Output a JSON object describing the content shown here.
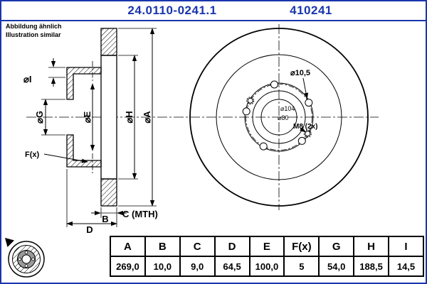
{
  "header": {
    "part_number": "24.0110-0241.1",
    "reference_number": "410241"
  },
  "note": {
    "line1": "Abbildung ähnlich",
    "line2": "Illustration similar"
  },
  "drawing": {
    "section_labels": {
      "dia_i": "⌀I",
      "dia_g": "⌀G",
      "dia_e": "⌀E",
      "dia_h": "⌀H",
      "dia_a": "⌀A",
      "f_x": "F(x)",
      "b": "B",
      "c_mth": "C (MTH)",
      "d": "D"
    },
    "front_labels": {
      "bolt_hole_dia": "⌀10,5",
      "hub_dia": "⌀104",
      "register_dia": "⌀80",
      "thread_spec": "M8 (2x)"
    }
  },
  "table": {
    "headers": [
      "A",
      "B",
      "C",
      "D",
      "E",
      "F(x)",
      "G",
      "H",
      "I"
    ],
    "values": [
      "269,0",
      "10,0",
      "9,0",
      "64,5",
      "100,0",
      "5",
      "54,0",
      "188,5",
      "14,5"
    ]
  },
  "colors": {
    "accent_blue": "#1a35ad",
    "line_black": "#000000"
  }
}
